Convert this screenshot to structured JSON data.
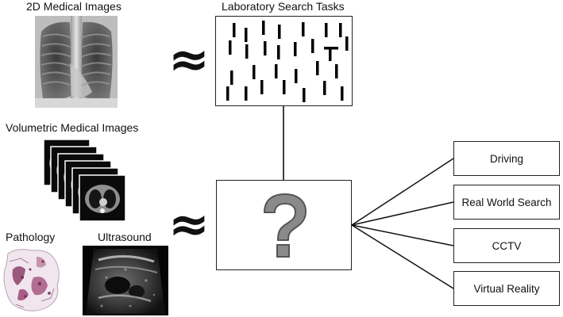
{
  "labels": {
    "medical_2d": "2D Medical Images",
    "lab_tasks": "Laboratory Search Tasks",
    "volumetric": "Volumetric Medical Images",
    "pathology": "Pathology",
    "ultrasound": "Ultrasound"
  },
  "approx_symbol": "≈",
  "question_mark": "?",
  "real_world_tasks": [
    "Driving",
    "Real World Search",
    "CCTV",
    "Virtual Reality"
  ],
  "colors": {
    "line": "#111111",
    "question_fill": "#8a8a8a",
    "question_stroke": "#555555"
  },
  "icons": {
    "xray": "chest-xray-image",
    "ct": "ct-scan-stack-image",
    "pathology": "pathology-slide-image",
    "ultrasound": "ultrasound-image"
  }
}
